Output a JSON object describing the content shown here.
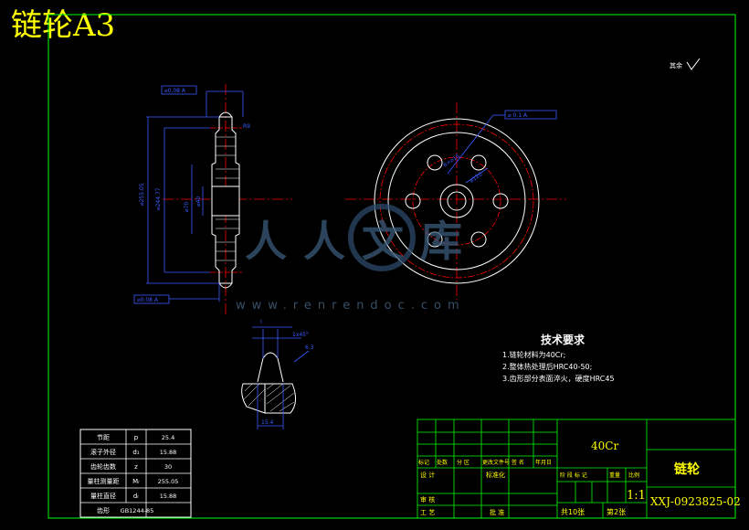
{
  "sheet_label": "链轮A3",
  "roughness_note": "其余",
  "technical": {
    "heading": "技术要求",
    "items": [
      "1.链轮材料为40Cr;",
      "2.整体热处理后HRC40-50;",
      "3.齿形部分表面淬火，硬度HRC45"
    ]
  },
  "watermark": {
    "brand": "人人文库",
    "url": "www.renrendoc.com"
  },
  "params": {
    "rows": [
      {
        "name": "节距",
        "sym": "p",
        "val": "25.4"
      },
      {
        "name": "滚子外径",
        "sym": "d₁",
        "val": "15.88"
      },
      {
        "name": "齿轮齿数",
        "sym": "z",
        "val": "30"
      },
      {
        "name": "量柱测量距",
        "sym": "Mᵣ",
        "val": "255.05"
      },
      {
        "name": "量柱直径",
        "sym": "dᵣ",
        "val": "15.88"
      },
      {
        "name": "齿形",
        "sym": "",
        "val": "GB1244-85"
      }
    ]
  },
  "title_block": {
    "material": "40Cr",
    "part_name": "链轮",
    "drawing_no": "XXJ-0923825-02",
    "scale": "1:1",
    "sheets_total": "共10张",
    "sheet_no": "第2张",
    "rev_headers": [
      "标记",
      "处数",
      "分 区",
      "更改文件号",
      "签 名",
      "年月日"
    ],
    "design": "设 计",
    "standardize": "标准化",
    "review": "审 核",
    "process": "工 艺",
    "approve": "批 准",
    "stage_headers": [
      "阶 段 标 记",
      "重量",
      "比例"
    ]
  }
}
